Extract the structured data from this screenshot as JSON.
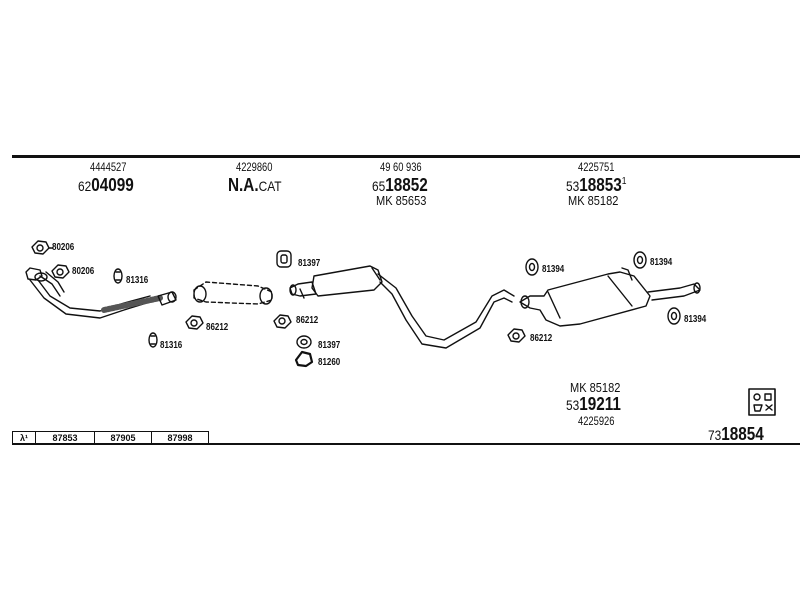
{
  "columns": [
    {
      "ref": "4444527",
      "part_prefix": "62",
      "part_main": "04099",
      "mk": ""
    },
    {
      "ref": "4229860",
      "part_prefix": "",
      "part_main": "N.A.",
      "part_suffix": "CAT",
      "mk": ""
    },
    {
      "ref": "49 60 936",
      "part_prefix": "65",
      "part_main": "18852",
      "mk": "MK 85653"
    },
    {
      "ref": "4225751",
      "part_prefix": "53",
      "part_main": "18853",
      "part_sup": "1",
      "mk": "MK 85182"
    }
  ],
  "bottom_item": {
    "mk": "MK 85182",
    "part_prefix": "53",
    "part_main": "19211",
    "ref": "4225926"
  },
  "catalog_number": {
    "prefix": "73",
    "main": "18854"
  },
  "lambda_table": {
    "symbol": "λ¹",
    "values": [
      "87853",
      "87905",
      "87998"
    ]
  },
  "part_labels": {
    "gasket_1": "80206",
    "gasket_2": "80206",
    "clamp_left": "81316",
    "clamp_bottom_left": "81316",
    "cat_gasket": "86212",
    "mount_center_top": "81397",
    "mount_center_gasket": "86212",
    "mount_center_mid": "81397",
    "mount_center_bottom": "81260",
    "rear_mount_1": "81394",
    "rear_mount_2": "81394",
    "rear_mount_3": "81394",
    "rear_gasket": "86212"
  },
  "icons": {
    "kit_icon": "fitting-kit-icon"
  }
}
